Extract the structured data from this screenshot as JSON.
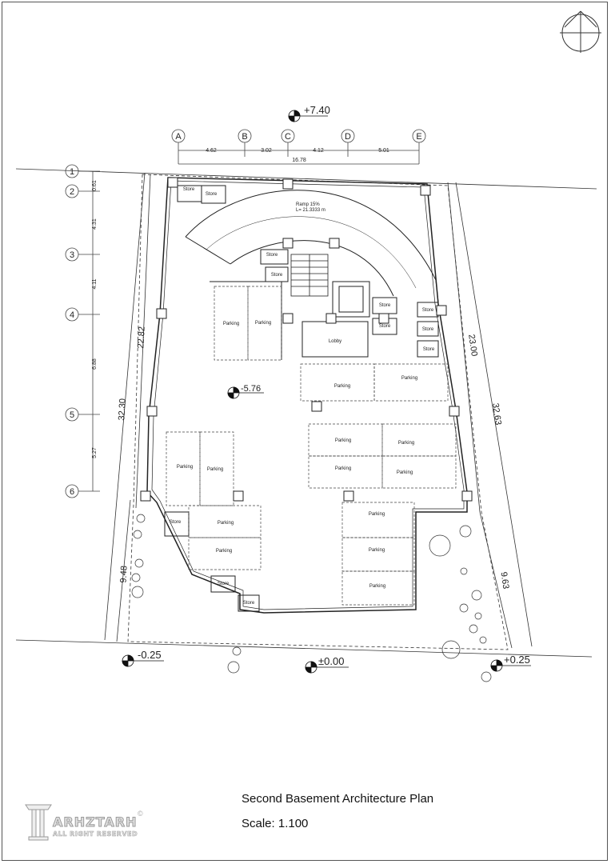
{
  "plan": {
    "title": "Second Basement Architecture Plan",
    "scale": "Scale: 1.100"
  },
  "logo": {
    "brand": "ARHZTARH",
    "tagline": "ALL RIGHT RESERVED",
    "copyright": "©"
  },
  "grid_columns": {
    "labels": [
      "A",
      "B",
      "C",
      "D",
      "E"
    ],
    "spacings": [
      "4.62",
      "3.02",
      "4.12",
      "5.01"
    ],
    "total": "16.78"
  },
  "grid_rows": {
    "labels": [
      "1",
      "2",
      "3",
      "4",
      "5",
      "6"
    ],
    "spacings": [
      "0.61",
      "4.31",
      "4.11",
      "6.88",
      "5.27"
    ]
  },
  "dimensions": {
    "left_inner": "22.82",
    "left_outer": "32.30",
    "left_lower": "9.48",
    "right_inner": "23.00",
    "right_outer": "32.63",
    "right_lower": "9.63"
  },
  "levels": {
    "top": "+7.40",
    "floor": "-5.76",
    "bottom_left": "-0.25",
    "bottom_center": "±0.00",
    "bottom_right": "+0.25"
  },
  "ramp": {
    "slope": "Ramp 15%",
    "length": "L= 21.3333 m"
  },
  "rooms": {
    "store": "Store",
    "parking": "Parking",
    "lobby": "Lobby"
  }
}
